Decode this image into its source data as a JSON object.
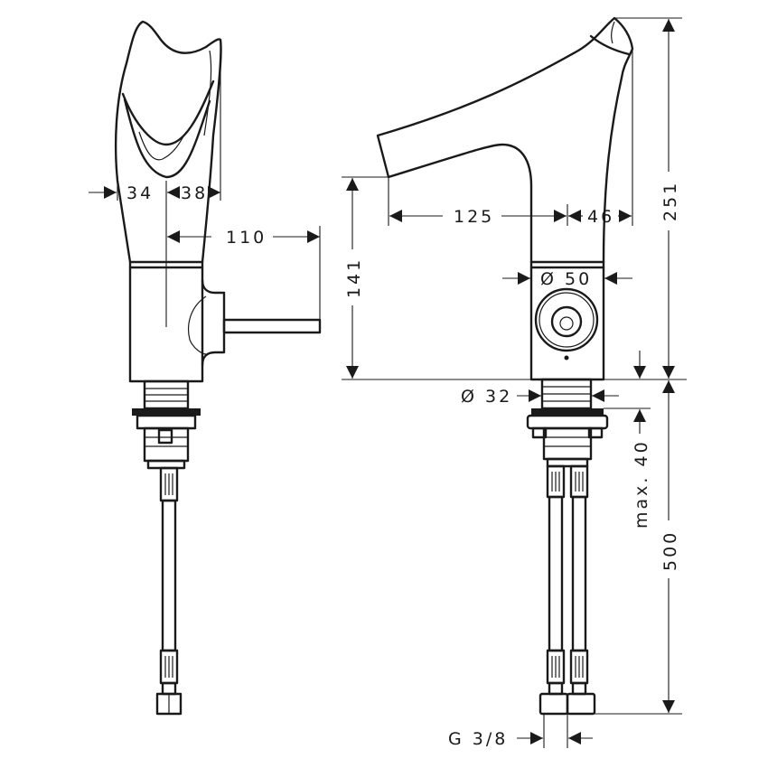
{
  "drawing": {
    "title": "Basin mixer technical dimension drawing",
    "views": [
      "side-view",
      "front-view"
    ],
    "units": "mm",
    "line_color": "#1a1a1a",
    "background": "#ffffff"
  },
  "dimensions": {
    "side_left_width": "34",
    "side_right_width": "38",
    "handle_length": "110",
    "spout_projection": "125",
    "spout_tip": "46",
    "total_height": "251",
    "body_height": "141",
    "body_diameter": "Ø 50",
    "shank_diameter": "Ø 32",
    "max_deck_thickness": "max. 40",
    "hose_length": "500",
    "connection_thread": "G 3/8"
  }
}
